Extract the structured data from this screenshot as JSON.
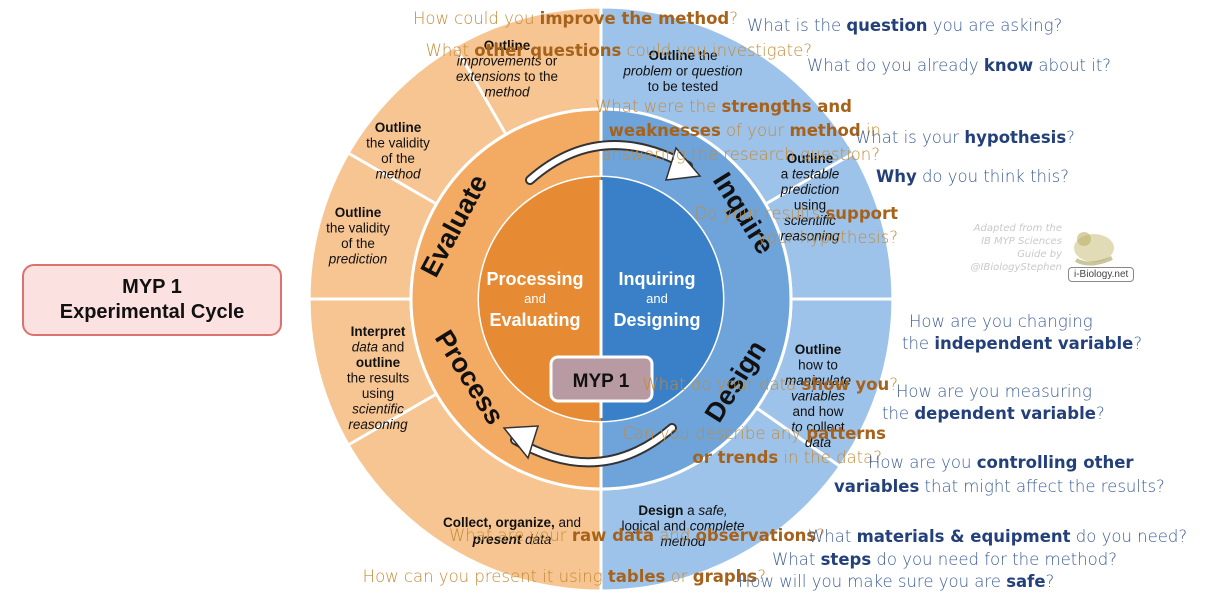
{
  "title": {
    "line1": "MYP 1",
    "line2": "Experimental Cycle"
  },
  "center_label": "MYP 1",
  "inner": {
    "left": {
      "line1": "Processing",
      "line2": "and",
      "line3": "Evaluating"
    },
    "right": {
      "line1": "Inquiring",
      "line2": "and",
      "line3": "Designing"
    }
  },
  "ring_labels": {
    "evaluate": "Evaluate",
    "inquire": "Inquire",
    "process": "Process",
    "design": "Design"
  },
  "segments": {
    "eval_top": [
      "Outline",
      "improvements or",
      "extensions to the",
      "method"
    ],
    "eval_mid": [
      "Outline",
      "the validity",
      "of the",
      "method"
    ],
    "eval_low": [
      "Outline",
      "the validity",
      "of the",
      "prediction"
    ],
    "proc_top": [
      "Interpret",
      "data and",
      "outline",
      "the results",
      "using",
      "scientific",
      "reasoning"
    ],
    "proc_bottom": [
      "Collect, organize, and",
      "present data"
    ],
    "inq_top": [
      "Outline the",
      "problem or question",
      "to be tested"
    ],
    "inq_mid": [
      "Outline",
      "a testable",
      "prediction",
      "using",
      "scientific",
      "reasoning"
    ],
    "des_mid": [
      "Outline",
      "how to",
      "manipulate",
      "variables",
      "and how",
      "to collect",
      "data"
    ],
    "des_bottom": [
      "Design a safe,",
      "logical and complete",
      "method"
    ]
  },
  "left_questions": [
    {
      "segs": [
        [
          "How could you ",
          false
        ],
        [
          "improve the method",
          true
        ],
        [
          "?",
          false
        ]
      ]
    },
    {
      "segs": [
        [
          "What ",
          false
        ],
        [
          "other questions",
          true
        ],
        [
          " could you investigate?",
          false
        ]
      ]
    },
    {
      "segs": [
        [
          "What were the ",
          false
        ],
        [
          "strengths and",
          true
        ]
      ]
    },
    {
      "segs": [
        [
          "weaknesses",
          true
        ],
        [
          " of  your ",
          false
        ],
        [
          "method",
          true
        ],
        [
          " in",
          false
        ]
      ]
    },
    {
      "segs": [
        [
          "answering the research question?",
          false
        ]
      ]
    },
    {
      "segs": [
        [
          "Do your results ",
          false
        ],
        [
          "support",
          true
        ]
      ]
    },
    {
      "segs": [
        [
          "your hypothesis?",
          false
        ]
      ]
    },
    {
      "segs": [
        [
          "What do your data ",
          false
        ],
        [
          "show you",
          true
        ],
        [
          "?",
          false
        ]
      ]
    },
    {
      "segs": [
        [
          "Can you describe any ",
          false
        ],
        [
          "patterns",
          true
        ]
      ]
    },
    {
      "segs": [
        [
          "or trends",
          true
        ],
        [
          " in the data?",
          false
        ]
      ]
    },
    {
      "segs": [
        [
          "What are your ",
          false
        ],
        [
          "raw data",
          true
        ],
        [
          " and ",
          false
        ],
        [
          "observations",
          true
        ],
        [
          "?",
          false
        ]
      ]
    },
    {
      "segs": [
        [
          "How can you present it using ",
          false
        ],
        [
          "tables",
          true
        ],
        [
          " or ",
          false
        ],
        [
          "graphs",
          true
        ],
        [
          "?",
          false
        ]
      ]
    }
  ],
  "right_questions": [
    {
      "segs": [
        [
          "What is the ",
          false
        ],
        [
          "question",
          true
        ],
        [
          " you are asking?",
          false
        ]
      ]
    },
    {
      "segs": [
        [
          "What do you already ",
          false
        ],
        [
          "know",
          true
        ],
        [
          " about it?",
          false
        ]
      ]
    },
    {
      "segs": [
        [
          "What is your ",
          false
        ],
        [
          "hypothesis",
          true
        ],
        [
          "?",
          false
        ]
      ]
    },
    {
      "segs": [
        [
          "Why",
          true
        ],
        [
          " do you think this?",
          false
        ]
      ]
    },
    {
      "segs": [
        [
          "How are you changing",
          false
        ]
      ]
    },
    {
      "segs": [
        [
          "the ",
          false
        ],
        [
          "independent variable",
          true
        ],
        [
          "?",
          false
        ]
      ]
    },
    {
      "segs": [
        [
          "How are you measuring",
          false
        ]
      ]
    },
    {
      "segs": [
        [
          "the ",
          false
        ],
        [
          "dependent variable",
          true
        ],
        [
          "?",
          false
        ]
      ]
    },
    {
      "segs": [
        [
          "How are you ",
          false
        ],
        [
          "controlling other",
          true
        ]
      ]
    },
    {
      "segs": [
        [
          "variables",
          true
        ],
        [
          " that might affect the results?",
          false
        ]
      ]
    },
    {
      "segs": [
        [
          "What ",
          false
        ],
        [
          "materials & equipment",
          true
        ],
        [
          " do you need?",
          false
        ]
      ]
    },
    {
      "segs": [
        [
          "What ",
          false
        ],
        [
          "steps",
          true
        ],
        [
          " do you need for the method?",
          false
        ]
      ]
    },
    {
      "segs": [
        [
          "How will you make sure you are ",
          false
        ],
        [
          "safe",
          true
        ],
        [
          "?",
          false
        ]
      ]
    }
  ],
  "credit": {
    "line1": "Adapted from the",
    "line2": "IB MYP Sciences",
    "line3": "Guide by",
    "line4": "@IBiologyStephen",
    "logo": "i-Biology.net"
  },
  "colors": {
    "outer_left": "#f7c592",
    "outer_right": "#9ec3ea",
    "mid_left": "#f3aa63",
    "mid_right": "#6ea4da",
    "inner_left": "#e68a34",
    "inner_right": "#3a80c9",
    "question_left": "#c58a37",
    "question_right": "#3e5f96",
    "title_border": "#d9736b",
    "title_fill": "#fbe1df"
  }
}
